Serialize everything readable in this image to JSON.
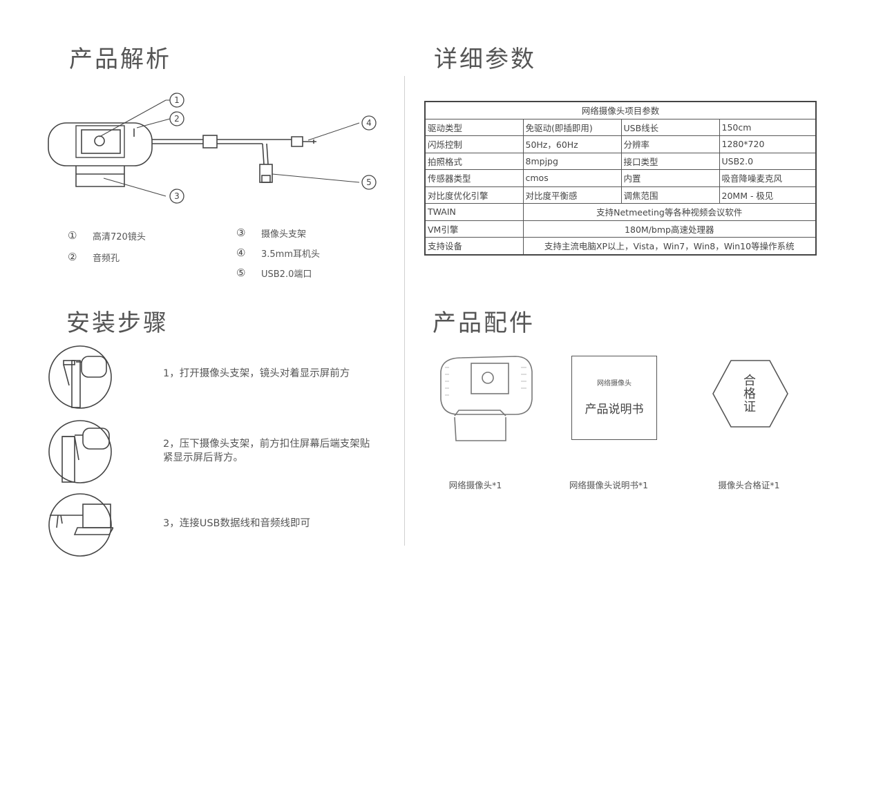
{
  "sections": {
    "analysis_title": "产品解析",
    "params_title": "详细参数",
    "install_title": "安装步骤",
    "accessories_title": "产品配件"
  },
  "callouts": [
    "①",
    "②",
    "③",
    "④",
    "⑤"
  ],
  "legend": [
    {
      "num": "①",
      "text": "高清720镜头"
    },
    {
      "num": "②",
      "text": "音频孔"
    },
    {
      "num": "③",
      "text": "摄像头支架"
    },
    {
      "num": "④",
      "text": "3.5mm耳机头"
    },
    {
      "num": "⑤",
      "text": "USB2.0端口"
    }
  ],
  "table": {
    "title": "网络摄像头项目参数",
    "rows4": [
      [
        "驱动类型",
        "免驱动(即插即用)",
        "USB线长",
        "150cm"
      ],
      [
        "闪烁控制",
        "50Hz，60Hz",
        "分辨率",
        "1280*720"
      ],
      [
        "拍照格式",
        "8mpjpg",
        "接口类型",
        "USB2.0"
      ],
      [
        "传感器类型",
        "cmos",
        "内置",
        "吸音降噪麦克风"
      ],
      [
        "对比度优化引擎",
        "对比度平衡感",
        "调焦范围",
        "20MM - 极见"
      ]
    ],
    "rows2": [
      [
        "TWAIN",
        "支持Netmeeting等各种视频会议软件"
      ],
      [
        "VM引擎",
        "180M/bmp高速处理器"
      ],
      [
        "支持设备",
        "支持主流电脑XP以上，Vista，Win7，Win8，Win10等操作系统"
      ]
    ]
  },
  "steps": [
    "1，打开摄像头支架，镜头对着显示屏前方",
    "2，压下摄像头支架，前方扣住屏幕后端支架贴紧显示屏后背方。",
    "3，连接USB数据线和音频线即可"
  ],
  "accessories": {
    "manual_small": "网络摄像头",
    "manual_big": "产品说明书",
    "cert_text": "合格证",
    "labels": [
      "网络摄像头*1",
      "网络摄像头说明书*1",
      "摄像头合格证*1"
    ]
  }
}
